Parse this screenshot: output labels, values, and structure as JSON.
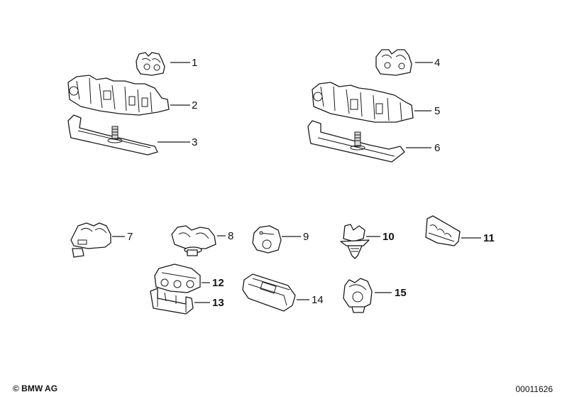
{
  "callouts": [
    {
      "id": "1",
      "label": "1",
      "bold": false
    },
    {
      "id": "2",
      "label": "2",
      "bold": false
    },
    {
      "id": "3",
      "label": "3",
      "bold": false
    },
    {
      "id": "4",
      "label": "4",
      "bold": false
    },
    {
      "id": "5",
      "label": "5",
      "bold": false
    },
    {
      "id": "6",
      "label": "6",
      "bold": false
    },
    {
      "id": "7",
      "label": "7",
      "bold": false
    },
    {
      "id": "8",
      "label": "8",
      "bold": false
    },
    {
      "id": "9",
      "label": "9",
      "bold": false
    },
    {
      "id": "10",
      "label": "10",
      "bold": true
    },
    {
      "id": "11",
      "label": "11",
      "bold": true
    },
    {
      "id": "12",
      "label": "12",
      "bold": true
    },
    {
      "id": "13",
      "label": "13",
      "bold": true
    },
    {
      "id": "14",
      "label": "14",
      "bold": false
    },
    {
      "id": "15",
      "label": "15",
      "bold": true
    }
  ],
  "footer": {
    "copyright": "© BMW AG",
    "document_number": "00011626"
  }
}
